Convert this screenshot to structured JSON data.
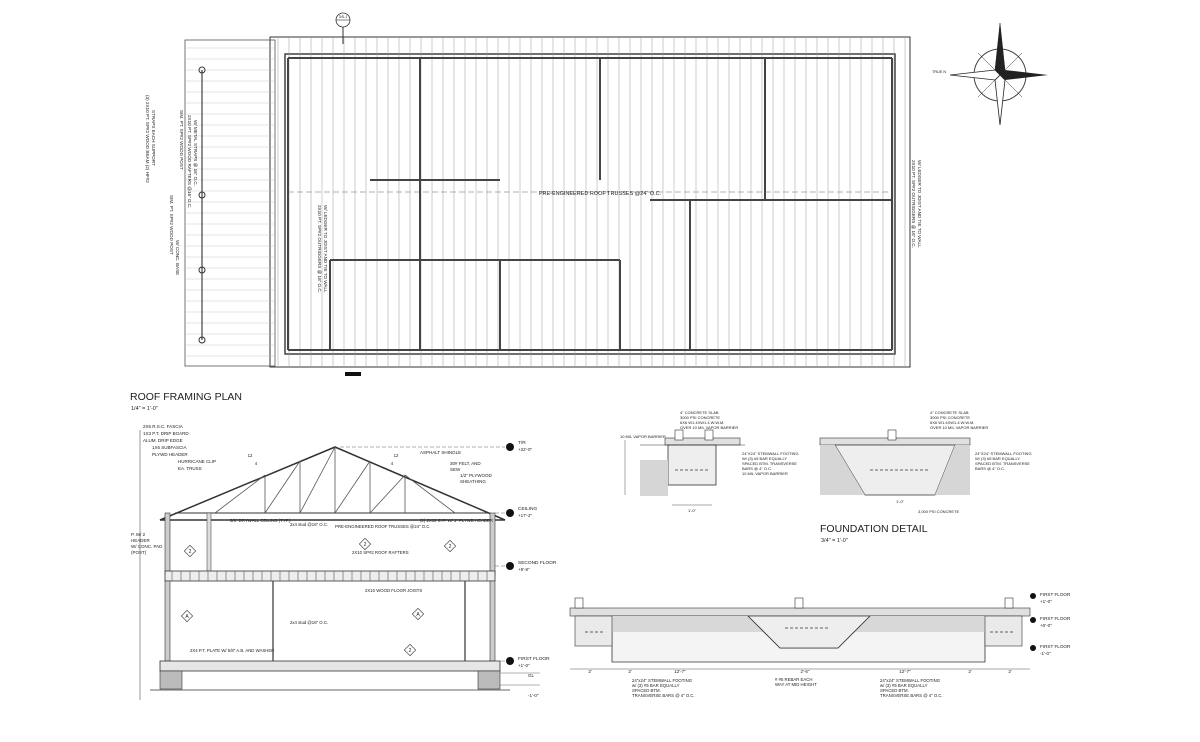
{
  "roof_plan": {
    "title": "ROOF FRAMING PLAN",
    "scale": "1/4\" = 1'-0\"",
    "truss_note": "PRE-ENGINEERED ROOF TRUSSES @24\" O.C.",
    "left_notes": [
      "SIM. PT. SP#2 WOOD POST",
      "2X10 PT. SP#2 WOOD RAFTERS @16\" O.C.",
      "W/ METAL STRAPS @ 16\" O.C.",
      "(3) 2X10 PT. SP#2 WOOD BEAM (2) HF#2",
      "STRAPS EACH SUPPORT",
      "SIM. PT. SP#2 WOOD POST",
      "W/ CONC. BASE"
    ],
    "mid_note": [
      "2X10 PT. SP#2 OUTRIGGERS @ 16\" O.C.",
      "W/ LEDGER TO JOIST AND TIE TO WALL"
    ],
    "right_note": [
      "2X10 PT. SP#2 OUTRIGGERS @ 16\" O.C.",
      "W/ LEDGER TO JOIST AND TIE TO WALL"
    ],
    "ref_tag": "3/S-1",
    "compass_tag": "TRUE N"
  },
  "section": {
    "top_notes": [
      "2X6 R.S.C. FASCIA",
      "1X3 P.T. DRIP BOARD",
      "ALUM. DRIP EDGE",
      "1X6 SUBFASCIA",
      "PLYWD HEADER",
      "HURRICANE CLIP",
      "EA. TRUSS"
    ],
    "roof_notes": [
      "ASPHALT SHINGLE",
      "30# FELT, AND",
      "SEW",
      "1/2\" PLYWOOD",
      "SHEATHING"
    ],
    "ceiling_label": "CEILING",
    "ceiling_elev": "+17'-2\"",
    "top_label": "T/R",
    "top_elev": "+22'-0\"",
    "second_floor_label": "SECOND FLOOR",
    "second_floor_elev": "+9'-8\"",
    "first_floor_label": "FIRST FLOOR",
    "first_floor_elev": "+1'-0\"",
    "gl_label": "GL",
    "gl_elev": "-1'-0\"",
    "notes_inner": [
      "5/8\" DRYWALL CEILING (TYP.)",
      "2x4 stud @16\" O.C.",
      "PRE-ENGINEERED ROOF TRUSSES @24\" O.C.",
      "(2) 2X12 SYP W/ 1\" PLYWD HEADER",
      "2X10 SP#2 ROOF RAFTERS",
      "2X10 WOOD FLOOR JOISTS",
      "2X4 P.T. PLATE W/ 5/8\" A.B. AND WASHER",
      "2x4 stud @16\" O.C."
    ],
    "left_partial": [
      "P. W/ 2",
      "HEADER",
      "W/ CONC. PAD",
      "(POST)"
    ],
    "tags": [
      "2",
      "2",
      "2",
      "2",
      "A",
      "A"
    ],
    "dims": [
      "12",
      "4",
      "12",
      "4"
    ]
  },
  "foundation": {
    "title": "FOUNDATION DETAIL",
    "scale": "3/4\" = 1'-0\"",
    "left_notes": [
      "4\" CONCRETE SLAB",
      "3000 PSI CONCRETE",
      "6X6 W1.4XW1.4 W.W.M.",
      "OVER 10 MIL VAPOR BARRIER"
    ],
    "left_side": "10 MIL VAPOR BARRIER",
    "left_footing": [
      "24\"X24\" STEMWALL FOOTING",
      "W/ (3) #5 BAR EQUALLY",
      "SPACED BTM. TRANSVERSE",
      "BARS @ 4\" O.C.",
      "10 MIL VAPOR BARRIER"
    ],
    "right_notes": [
      "4\" CONCRETE SLAB",
      "3000 PSI CONCRETE",
      "6X6 W1.4XW1.4 W.W.M.",
      "OVER 10 MIL VAPOR BARRIER"
    ],
    "right_footing": [
      "24\"X24\" STEMWALL FOOTING",
      "W/ (3) #5 BAR EQUALLY",
      "SPACED BTM. TRANSVERSE",
      "BARS @ 4\" O.C."
    ],
    "dim_left": "1'-0\"",
    "dim_right": "1'-0\"",
    "bottom_label": "3,000 PSI CONCRETE"
  },
  "long_section": {
    "dims": [
      "12'-7\"",
      "2'-6\"",
      "12'-7\""
    ],
    "rebar_note": [
      "# #5 REBAR EACH",
      "WAY AT MID HEIGHT"
    ],
    "left_note": [
      "24\"x24\" STEMWALL FOOTING",
      "w/ (3) #5 BAR EQUALLY",
      "SPACED BTM.",
      "TRANSVERSE BARS @ 4\" O.C."
    ],
    "right_note": [
      "24\"x24\" STEMWALL FOOTING",
      "w/ (3) #5 BAR EQUALLY",
      "SPACED BTM.",
      "TRANSVERSE BARS @ 4\" O.C."
    ],
    "levels": [
      {
        "label": "FIRST FLOOR",
        "elev": "+1'-0\""
      },
      {
        "label": "FIRST FLOOR",
        "elev": "+0'-0\""
      },
      {
        "label": "FIRST FLOOR",
        "elev": "-1'-0\""
      }
    ],
    "edge_dims": [
      "2'",
      "2'",
      "2'",
      "2'"
    ]
  }
}
